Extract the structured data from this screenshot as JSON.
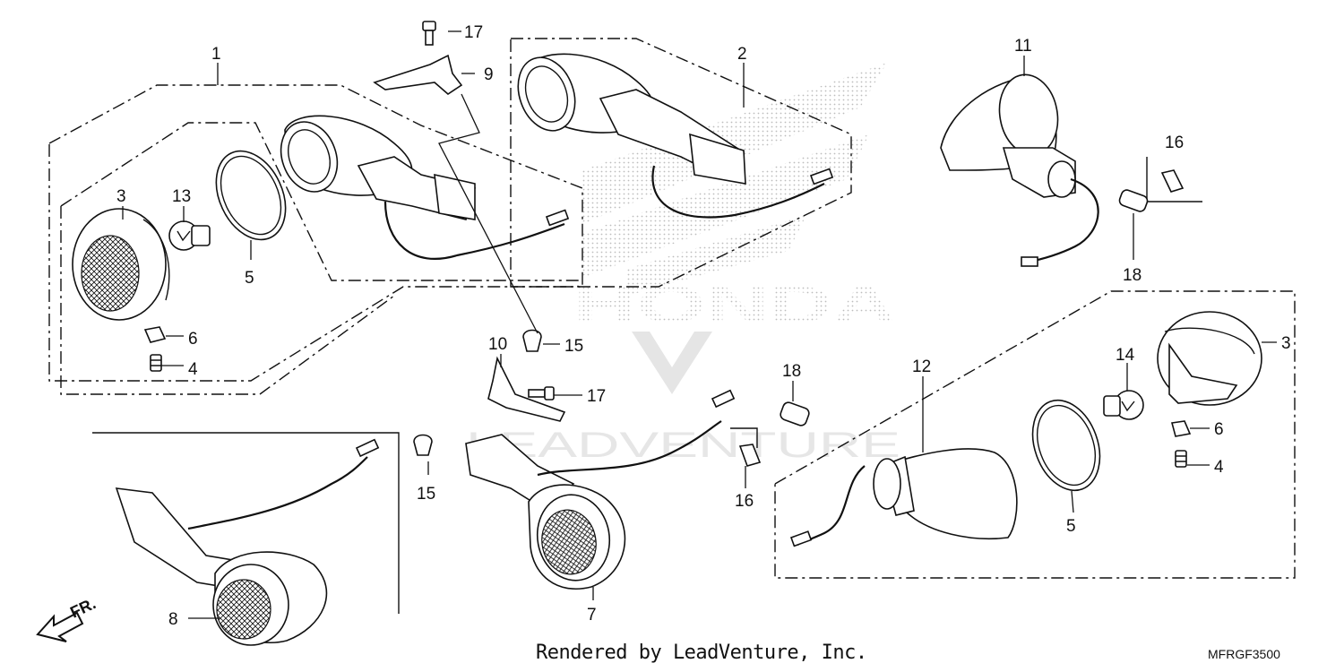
{
  "callouts": {
    "c1": "1",
    "c2": "2",
    "c3a": "3",
    "c3b": "3",
    "c4a": "4",
    "c4b": "4",
    "c5a": "5",
    "c5b": "5",
    "c6a": "6",
    "c6b": "6",
    "c7": "7",
    "c8": "8",
    "c9": "9",
    "c10": "10",
    "c11": "11",
    "c12": "12",
    "c13": "13",
    "c14": "14",
    "c15a": "15",
    "c15b": "15",
    "c16a": "16",
    "c16b": "16",
    "c17a": "17",
    "c17b": "17",
    "c18a": "18",
    "c18b": "18"
  },
  "direction_marker": "FR.",
  "watermark": {
    "brand": "HONDA",
    "vendor": "LEADVENTURE"
  },
  "footer": {
    "credit": "Rendered by LeadVenture, Inc.",
    "diagram_code": "MFRGF3500"
  },
  "colors": {
    "line": "#111111",
    "watermark": "#d9d9d9",
    "background": "#ffffff"
  }
}
